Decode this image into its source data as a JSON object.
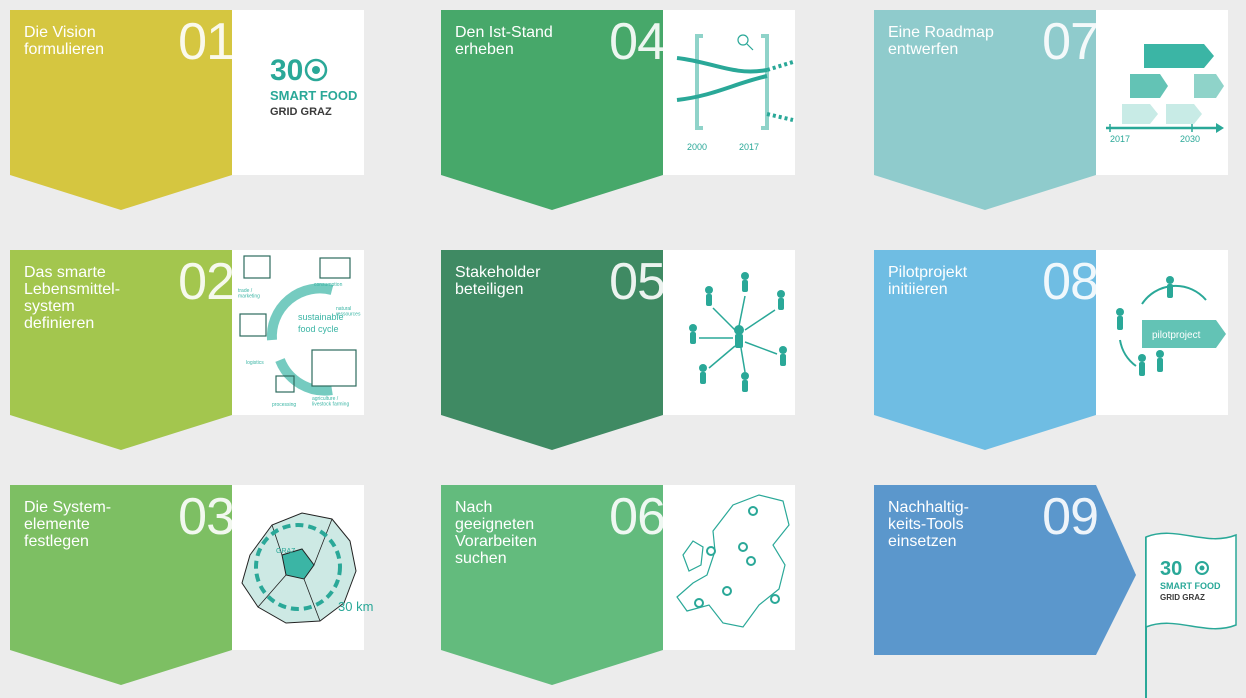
{
  "colors": {
    "s01": "#d5c640",
    "s02": "#a3c64e",
    "s03": "#7dbf63",
    "s04": "#47a86a",
    "s05": "#3f8a63",
    "s06": "#63bb7d",
    "s07": "#8fcbcc",
    "s08": "#6fbde3",
    "s09": "#5b97cc",
    "teal": "#3bb5a5"
  },
  "steps": [
    {
      "num": "01",
      "label": "Die Vision\nformulieren"
    },
    {
      "num": "02",
      "label": "Das smarte\nLebensmittel-\nsystem\ndefinieren"
    },
    {
      "num": "03",
      "label": "Die System-\nelemente\nfestlegen"
    },
    {
      "num": "04",
      "label": "Den Ist-Stand\nerheben"
    },
    {
      "num": "05",
      "label": "Stakeholder\nbeteiligen"
    },
    {
      "num": "06",
      "label": "Nach\ngeeigneten\nVorarbeiten\nsuchen"
    },
    {
      "num": "07",
      "label": "Eine Roadmap\nentwerfen"
    },
    {
      "num": "08",
      "label": "Pilotprojekt\ninitiieren"
    },
    {
      "num": "09",
      "label": "Nachhaltig-\nkeits-Tools\neinsetzen"
    }
  ],
  "logo": {
    "number": "30",
    "line1": "SMART FOOD",
    "line2": "GRID GRAZ"
  },
  "cycle": {
    "center1": "sustainable",
    "center2": "food cycle",
    "trade": "trade /\nmarketing",
    "consumption": "consumption",
    "natural": "natural\nressources",
    "logistics": "logistics",
    "processing": "processing",
    "agriculture": "agriculture /\nlivestock farming"
  },
  "map": {
    "city": "GRAZ",
    "radius": "30 km"
  },
  "ist": {
    "year_start": "2000",
    "year_end": "2017"
  },
  "roadmap": {
    "year_start": "2017",
    "year_end": "2030"
  },
  "pilot": {
    "label": "pilotproject"
  }
}
